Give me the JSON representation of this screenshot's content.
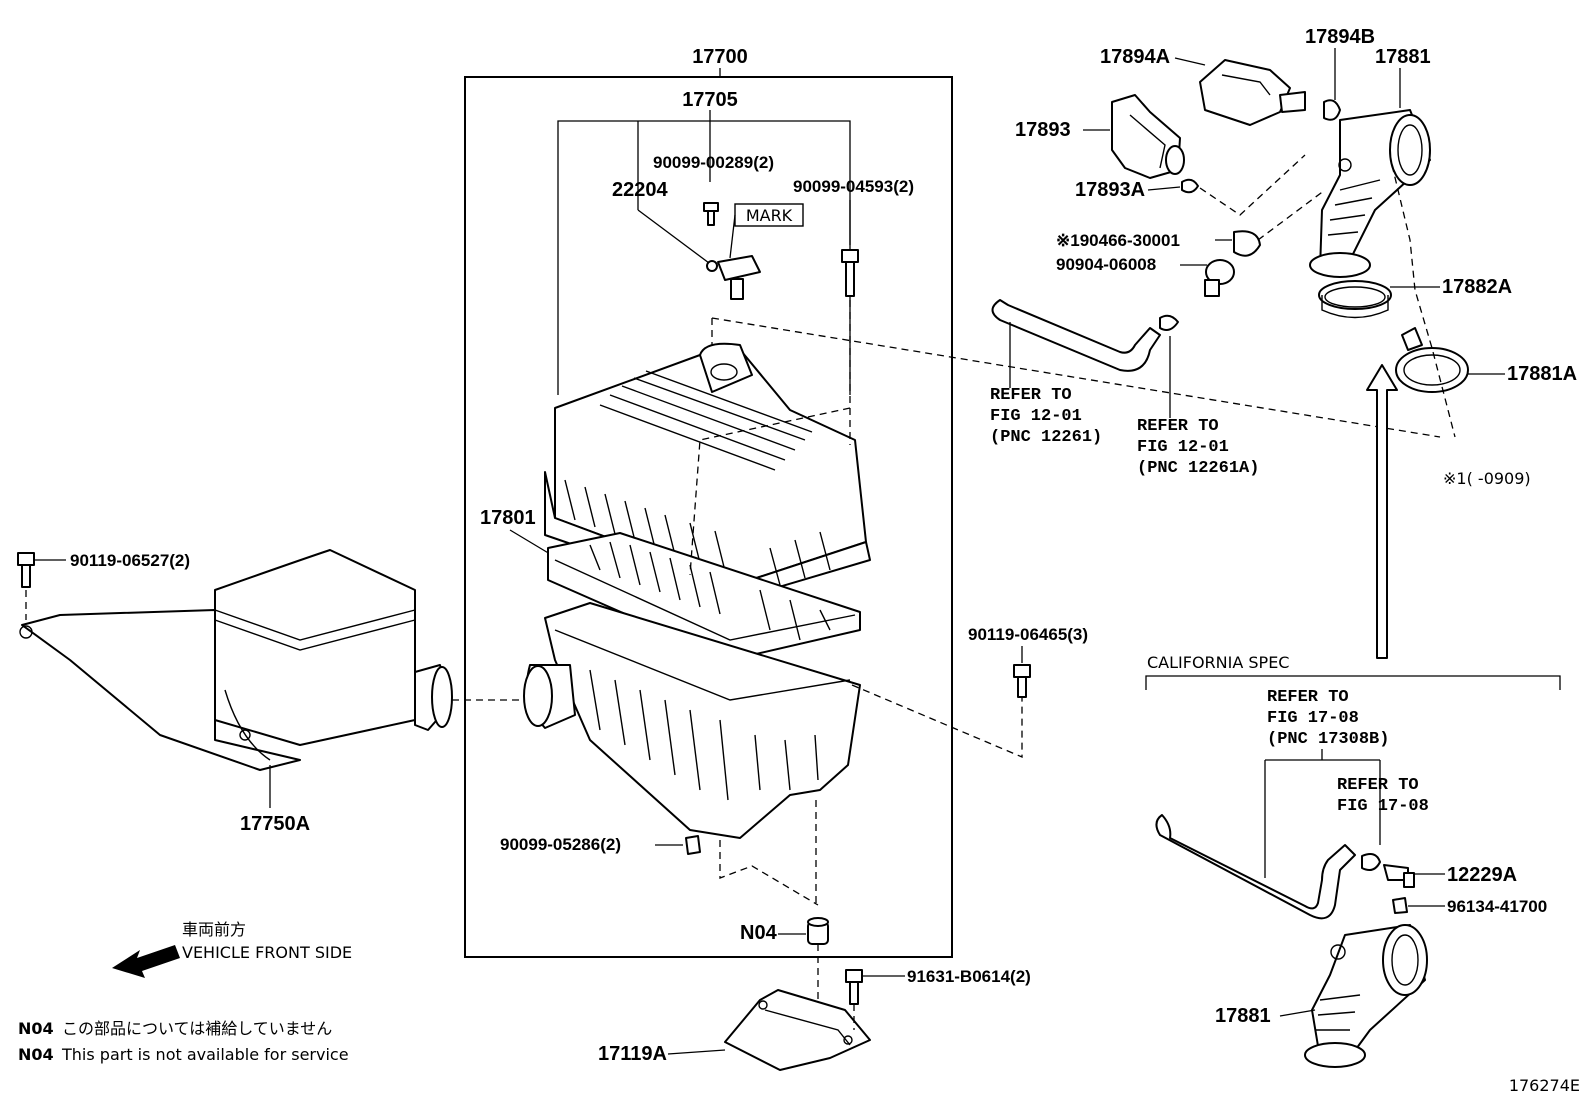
{
  "parts": {
    "p17700": "17700",
    "p17705": "17705",
    "p90099_00289": "90099-00289(2)",
    "p22204": "22204",
    "mark": "MARK",
    "p90099_04593": "90099-04593(2)",
    "p17801": "17801",
    "p90119_06527": "90119-06527(2)",
    "p17750A": "17750A",
    "p90119_06465": "90119-06465(3)",
    "p90099_05286": "90099-05286(2)",
    "pN04": "N04",
    "p91631_B0614": "91631-B0614(2)",
    "p17119A": "17119A",
    "p17894A": "17894A",
    "p17894B": "17894B",
    "p17881_top": "17881",
    "p17893": "17893",
    "p17893A": "17893A",
    "p90466_30001": "※190466-30001",
    "p90904_06008": "90904-06008",
    "p17882A": "17882A",
    "p17881A": "17881A",
    "p12229A": "12229A",
    "p96134_41700": "96134-41700",
    "p17881_bottom": "17881"
  },
  "refs": {
    "ref1": [
      "REFER TO",
      "FIG 12-01",
      "(PNC 12261)"
    ],
    "ref2": [
      "REFER TO",
      "FIG 12-01",
      "(PNC 12261A)"
    ],
    "ref3": [
      "REFER TO",
      "FIG 17-08",
      "(PNC 17308B)"
    ],
    "ref4": [
      "REFER TO",
      "FIG 17-08"
    ]
  },
  "notes": {
    "footnote_date": "※1(         -0909)",
    "california_spec": "CALIFORNIA SPEC",
    "front_jp": "車両前方",
    "front_en": "VEHICLE FRONT SIDE",
    "n04_code_jp": "N04",
    "n04_jp": "この部品については補給していません",
    "n04_code_en": "N04",
    "n04_en": "This part is not available for service",
    "figure_id": "176274E"
  },
  "icons": [
    "bolt-icon",
    "clip-icon",
    "clamp-icon",
    "arrow-left-icon",
    "arrow-up-icon"
  ]
}
